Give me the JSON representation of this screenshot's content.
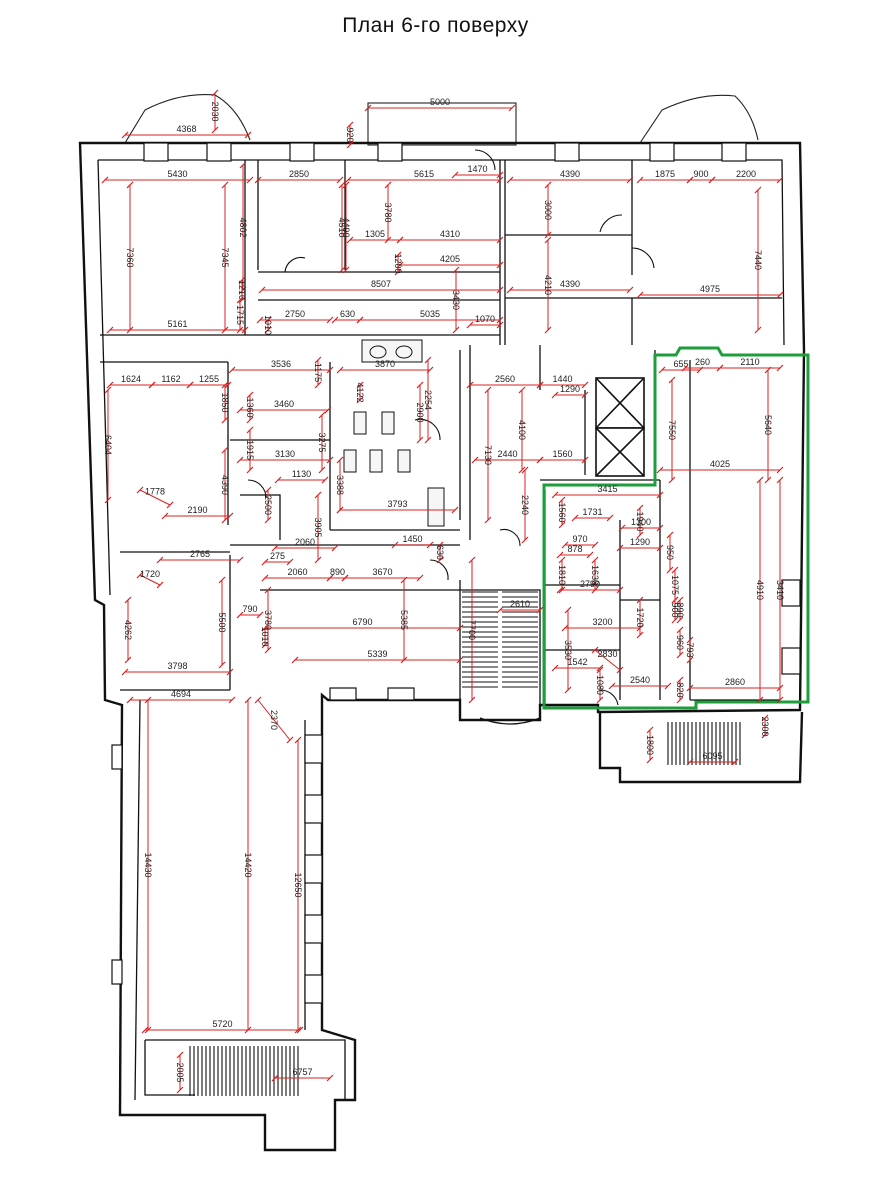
{
  "title": "План 6-го поверху",
  "colors": {
    "walls": "#111111",
    "dimensions": "#d92020",
    "highlight": "#1e9e3a",
    "background": "#ffffff"
  },
  "dimensions": [
    {
      "label": "5000"
    },
    {
      "label": "4368"
    },
    {
      "label": "2030"
    },
    {
      "label": "920"
    },
    {
      "label": "5430"
    },
    {
      "label": "2850"
    },
    {
      "label": "5615"
    },
    {
      "label": "1470"
    },
    {
      "label": "4390"
    },
    {
      "label": "1875"
    },
    {
      "label": "900"
    },
    {
      "label": "2200"
    },
    {
      "label": "7360"
    },
    {
      "label": "7345"
    },
    {
      "label": "4802"
    },
    {
      "label": "4510"
    },
    {
      "label": "4490"
    },
    {
      "label": "3780"
    },
    {
      "label": "3000"
    },
    {
      "label": "7440"
    },
    {
      "label": "1305"
    },
    {
      "label": "4310"
    },
    {
      "label": "4205"
    },
    {
      "label": "1200"
    },
    {
      "label": "1210"
    },
    {
      "label": "8507"
    },
    {
      "label": "3430"
    },
    {
      "label": "4210"
    },
    {
      "label": "4390"
    },
    {
      "label": "4975"
    },
    {
      "label": "5161"
    },
    {
      "label": "1715"
    },
    {
      "label": "1010"
    },
    {
      "label": "2750"
    },
    {
      "label": "630"
    },
    {
      "label": "5035"
    },
    {
      "label": "1070"
    },
    {
      "label": "3536"
    },
    {
      "label": "1175"
    },
    {
      "label": "3870"
    },
    {
      "label": "1624"
    },
    {
      "label": "1162"
    },
    {
      "label": "1255"
    },
    {
      "label": "1850"
    },
    {
      "label": "1360"
    },
    {
      "label": "3460"
    },
    {
      "label": "4122"
    },
    {
      "label": "2900"
    },
    {
      "label": "2254"
    },
    {
      "label": "2560"
    },
    {
      "label": "1440"
    },
    {
      "label": "1290"
    },
    {
      "label": "6404"
    },
    {
      "label": "3275"
    },
    {
      "label": "1915"
    },
    {
      "label": "3130"
    },
    {
      "label": "1130"
    },
    {
      "label": "7130"
    },
    {
      "label": "4100"
    },
    {
      "label": "2440"
    },
    {
      "label": "1560"
    },
    {
      "label": "4390"
    },
    {
      "label": "1778"
    },
    {
      "label": "2500"
    },
    {
      "label": "3905"
    },
    {
      "label": "3388"
    },
    {
      "label": "3793"
    },
    {
      "label": "2240"
    },
    {
      "label": "2190"
    },
    {
      "label": "1450"
    },
    {
      "label": "630"
    },
    {
      "label": "2060"
    },
    {
      "label": "2765"
    },
    {
      "label": "1720"
    },
    {
      "label": "275"
    },
    {
      "label": "2060"
    },
    {
      "label": "890"
    },
    {
      "label": "3670"
    },
    {
      "label": "7700"
    },
    {
      "label": "2610"
    },
    {
      "label": "5500"
    },
    {
      "label": "4262"
    },
    {
      "label": "790"
    },
    {
      "label": "3780"
    },
    {
      "label": "6790"
    },
    {
      "label": "5385"
    },
    {
      "label": "1010"
    },
    {
      "label": "5339"
    },
    {
      "label": "3798"
    },
    {
      "label": "4694"
    },
    {
      "label": "2370"
    },
    {
      "label": "655"
    },
    {
      "label": "260"
    },
    {
      "label": "2110"
    },
    {
      "label": "5640"
    },
    {
      "label": "7550"
    },
    {
      "label": "4025"
    },
    {
      "label": "3415"
    },
    {
      "label": "1560"
    },
    {
      "label": "1731"
    },
    {
      "label": "1940"
    },
    {
      "label": "1300"
    },
    {
      "label": "3410"
    },
    {
      "label": "970"
    },
    {
      "label": "1290"
    },
    {
      "label": "950"
    },
    {
      "label": "878"
    },
    {
      "label": "1810"
    },
    {
      "label": "1630"
    },
    {
      "label": "2790"
    },
    {
      "label": "1075"
    },
    {
      "label": "900"
    },
    {
      "label": "3200"
    },
    {
      "label": "1720"
    },
    {
      "label": "890"
    },
    {
      "label": "3530"
    },
    {
      "label": "2830"
    },
    {
      "label": "960"
    },
    {
      "label": "793"
    },
    {
      "label": "4910"
    },
    {
      "label": "1542"
    },
    {
      "label": "1080"
    },
    {
      "label": "2540"
    },
    {
      "label": "820"
    },
    {
      "label": "2860"
    },
    {
      "label": "2300"
    },
    {
      "label": "1800"
    },
    {
      "label": "6095"
    },
    {
      "label": "14430"
    },
    {
      "label": "14420"
    },
    {
      "label": "12650"
    },
    {
      "label": "5720"
    },
    {
      "label": "2005"
    },
    {
      "label": "6757"
    }
  ]
}
